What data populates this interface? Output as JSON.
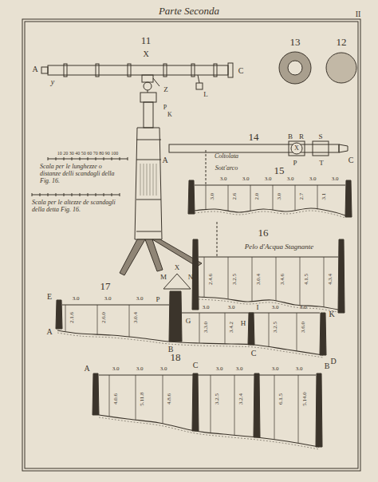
{
  "diagram": {
    "title": "Parte Seconda",
    "labels": [
      "II",
      "11",
      "13",
      "12",
      "A",
      "y",
      "X",
      "Z",
      "P",
      "K",
      "C",
      "L",
      "10 20 30 40 50 60 70 80 90 100",
      "Scala per le lunghezze o distanze delli scandagli della Fig. 16.",
      "Scala per le altezze de scandagli della detta Fig. 16.",
      "14",
      "A",
      "B",
      "R",
      "S",
      "X",
      "P",
      "T",
      "C",
      "Coltolata",
      "Sott'arco",
      "15",
      "3.0",
      "3.0",
      "3.0",
      "3.0",
      "3.0",
      "3.0",
      "3.0",
      "2.6",
      "2.0",
      "3.0",
      "2.7",
      "3.1",
      "16",
      "Pelo d'Acqua Stagnante",
      "2.4.6",
      "3.2.5",
      "3.0.4",
      "3.4.6",
      "4.1.5",
      "4.3.4",
      "17",
      "E",
      "A",
      "M",
      "N",
      "X",
      "P",
      "G",
      "B",
      "I",
      "H",
      "K",
      "C",
      "D",
      "3.0",
      "3.0",
      "3.0",
      "3.0",
      "3.0",
      "3.0",
      "3.0",
      "2.1.6",
      "2.6.0",
      "3.0.4",
      "3.3.0",
      "3.4.2",
      "3.2.5",
      "3.6.0",
      "18",
      "A",
      "C",
      "B",
      "3.0",
      "3.0",
      "3.0",
      "3.0",
      "3.0",
      "3.0",
      "3.0",
      "4.0.6",
      "5.11.8",
      "4.8.6",
      "3.2.5",
      "3.2.4",
      "6.1.5",
      "5.14.0"
    ]
  }
}
